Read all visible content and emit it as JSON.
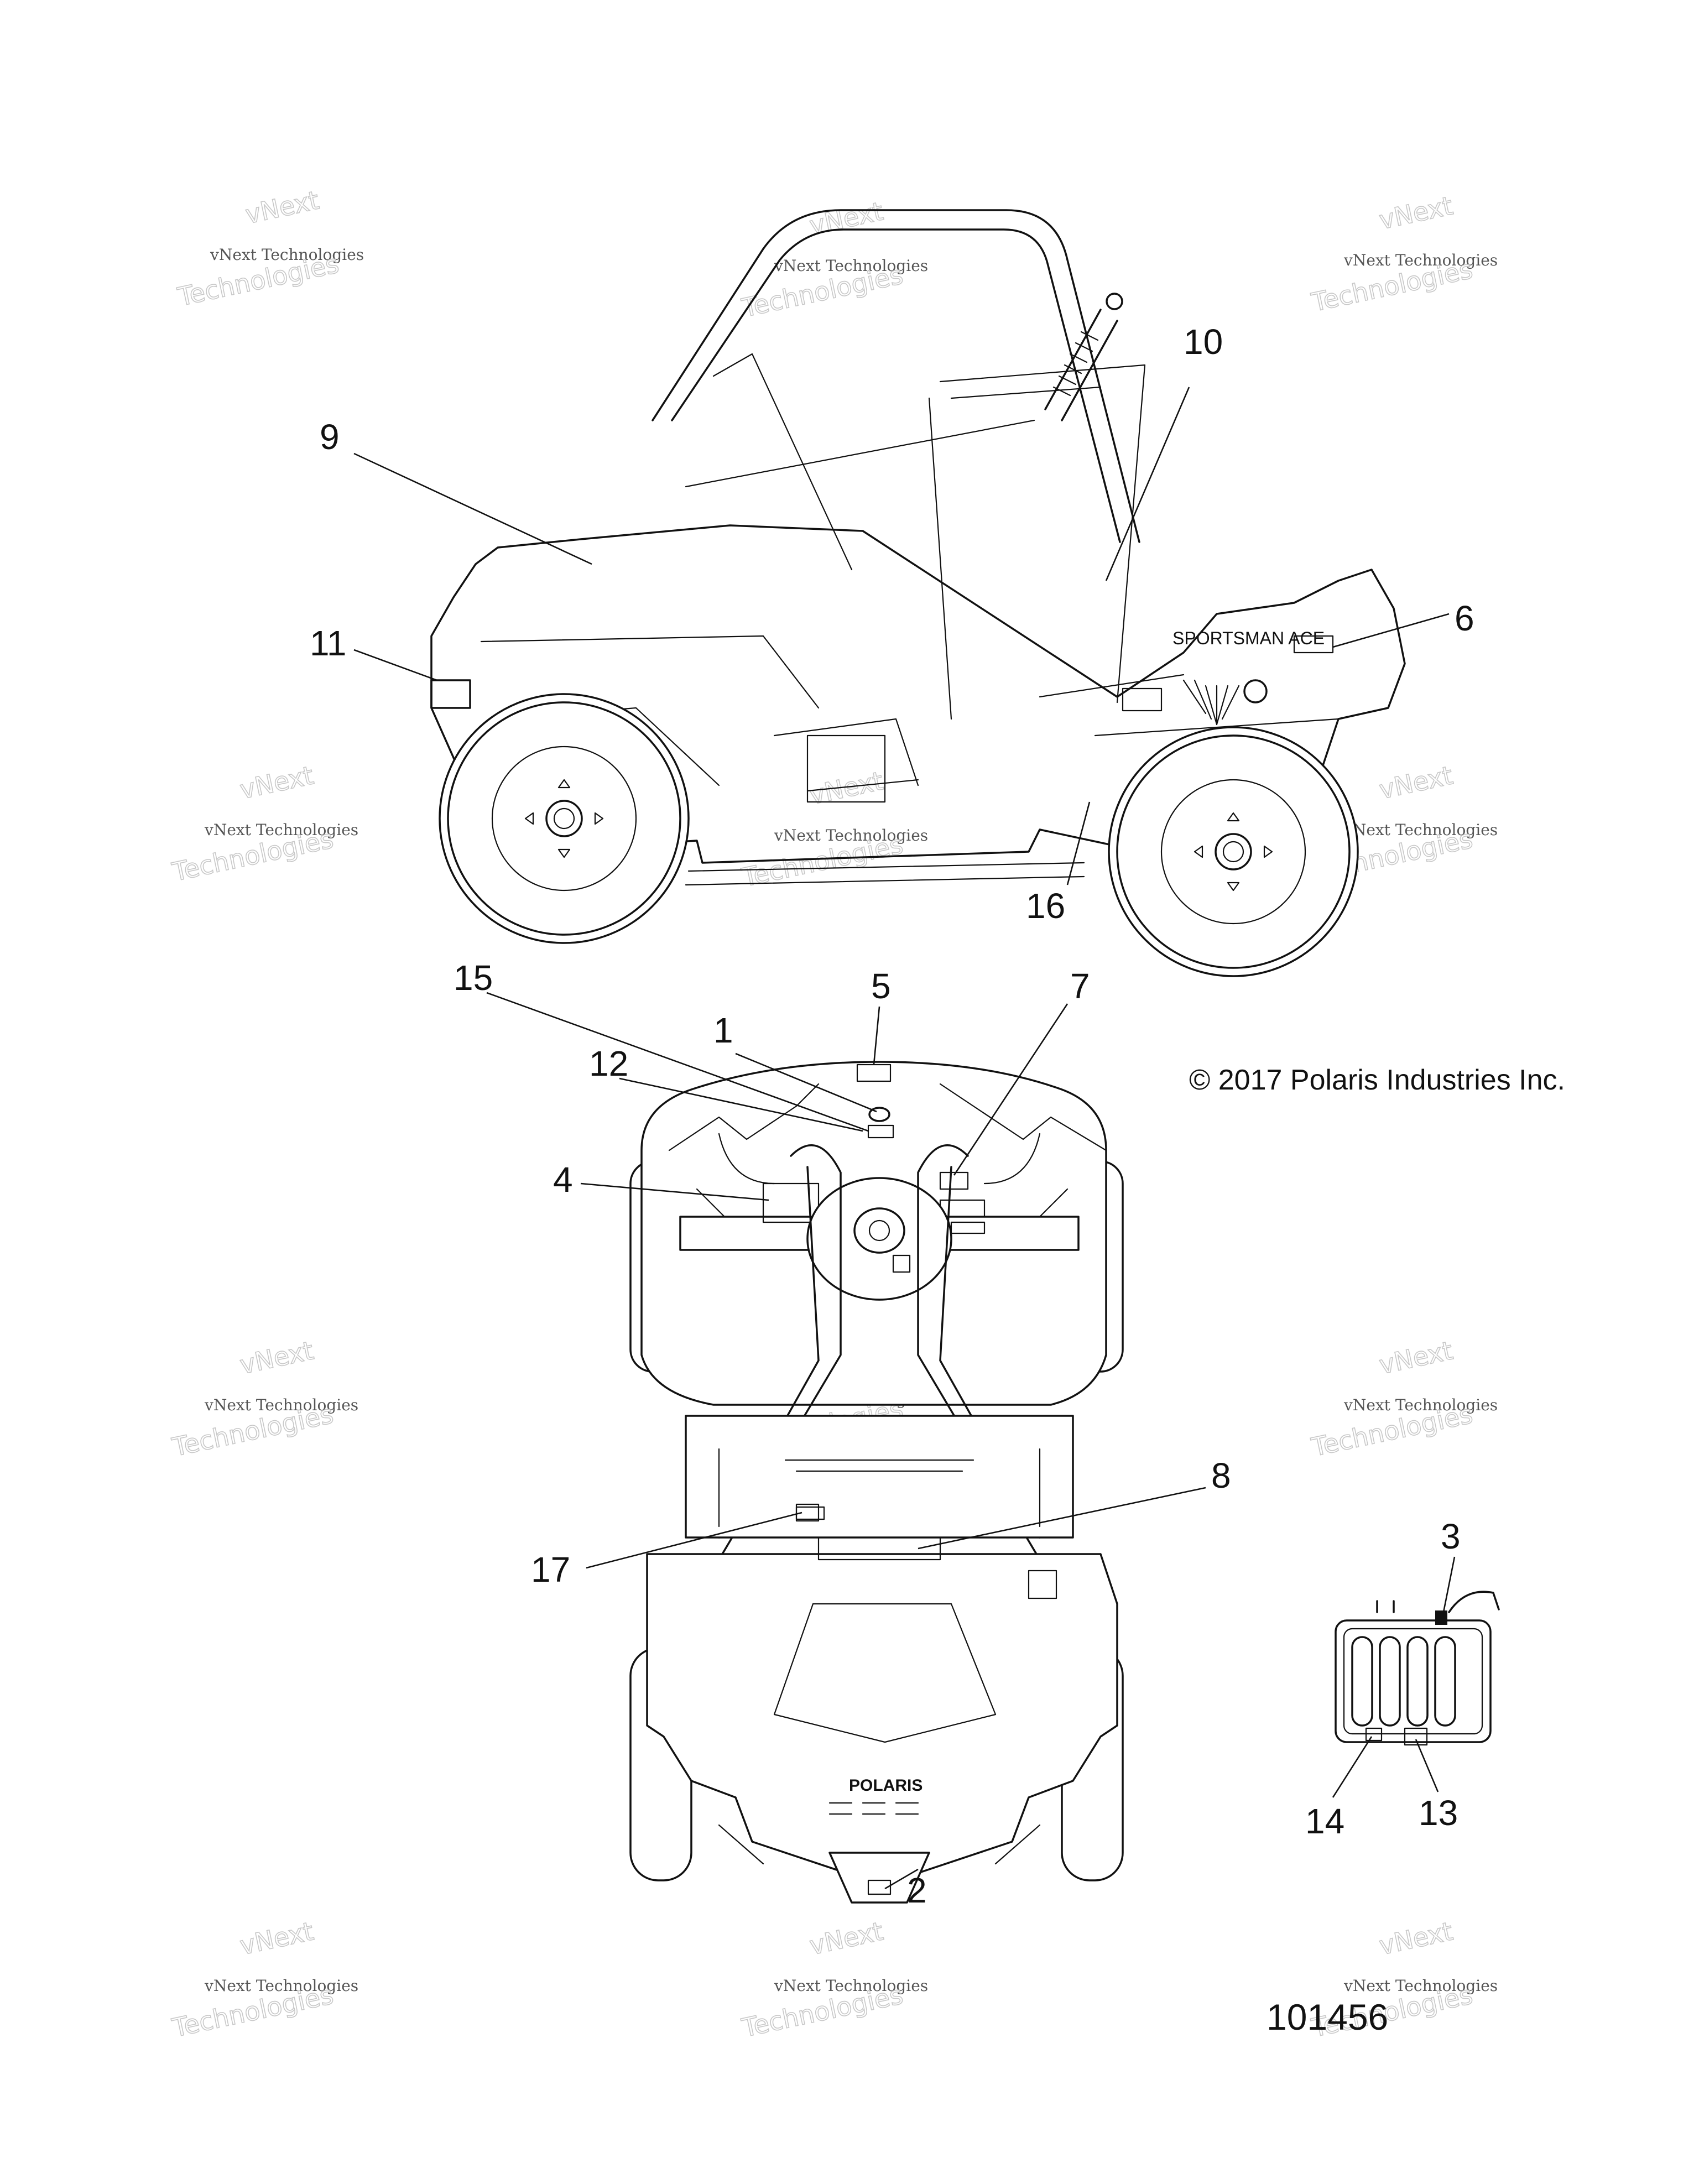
{
  "callouts": [
    "1",
    "2",
    "3",
    "4",
    "5",
    "6",
    "7",
    "8",
    "9",
    "10",
    "11",
    "12",
    "13",
    "14",
    "15",
    "16",
    "17"
  ],
  "copyright": "© 2017 Polaris Industries Inc.",
  "part_number": "101456",
  "decals": {
    "side_text": "SPORTSMAN ACE",
    "grille_text": "POLARIS"
  },
  "watermark": {
    "line1": "vNext",
    "line2": "vNext Technologies",
    "line3": "Technologies"
  }
}
